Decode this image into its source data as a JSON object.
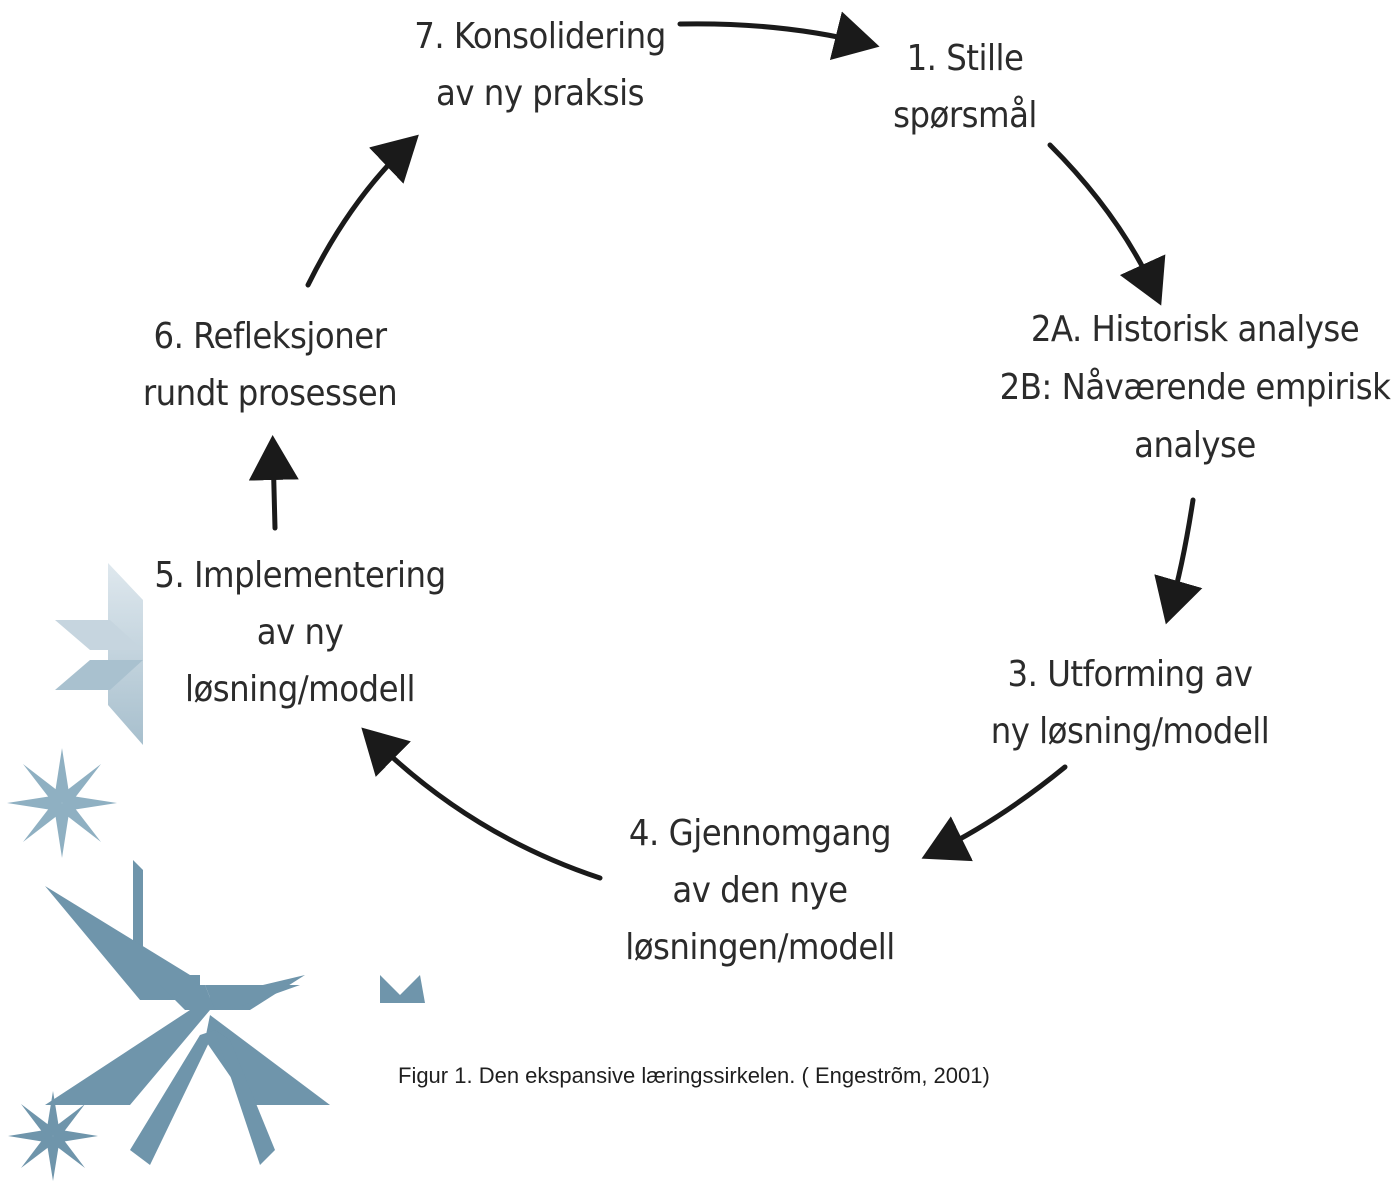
{
  "diagram": {
    "steps": [
      {
        "id": "7",
        "lines": [
          "7. Konsolidering",
          "av ny praksis"
        ]
      },
      {
        "id": "1",
        "lines": [
          "1. Stille",
          "spørsmål"
        ]
      },
      {
        "id": "2",
        "lines": [
          "2A. Historisk analyse",
          "2B: Nåværende empirisk",
          "analyse"
        ]
      },
      {
        "id": "3",
        "lines": [
          "3. Utforming av",
          "ny løsning/modell"
        ]
      },
      {
        "id": "4",
        "lines": [
          "4. Gjennomgang",
          "av den nye",
          "løsningen/modell"
        ]
      },
      {
        "id": "5",
        "lines": [
          "5. Implementering",
          "av ny",
          "løsning/modell"
        ]
      },
      {
        "id": "6",
        "lines": [
          "6. Refleksjoner",
          "rundt prosessen"
        ]
      }
    ],
    "caption": "Figur 1. Den ekspansive læringssirkelen. ( Engestrõm, 2001)",
    "colors": {
      "text": "#2b2b2b",
      "arrow": "#1a1a1a",
      "decor_light": "#b9cbd6",
      "decor_mid": "#8fb0c2",
      "decor_dark": "#6f95ab"
    }
  }
}
